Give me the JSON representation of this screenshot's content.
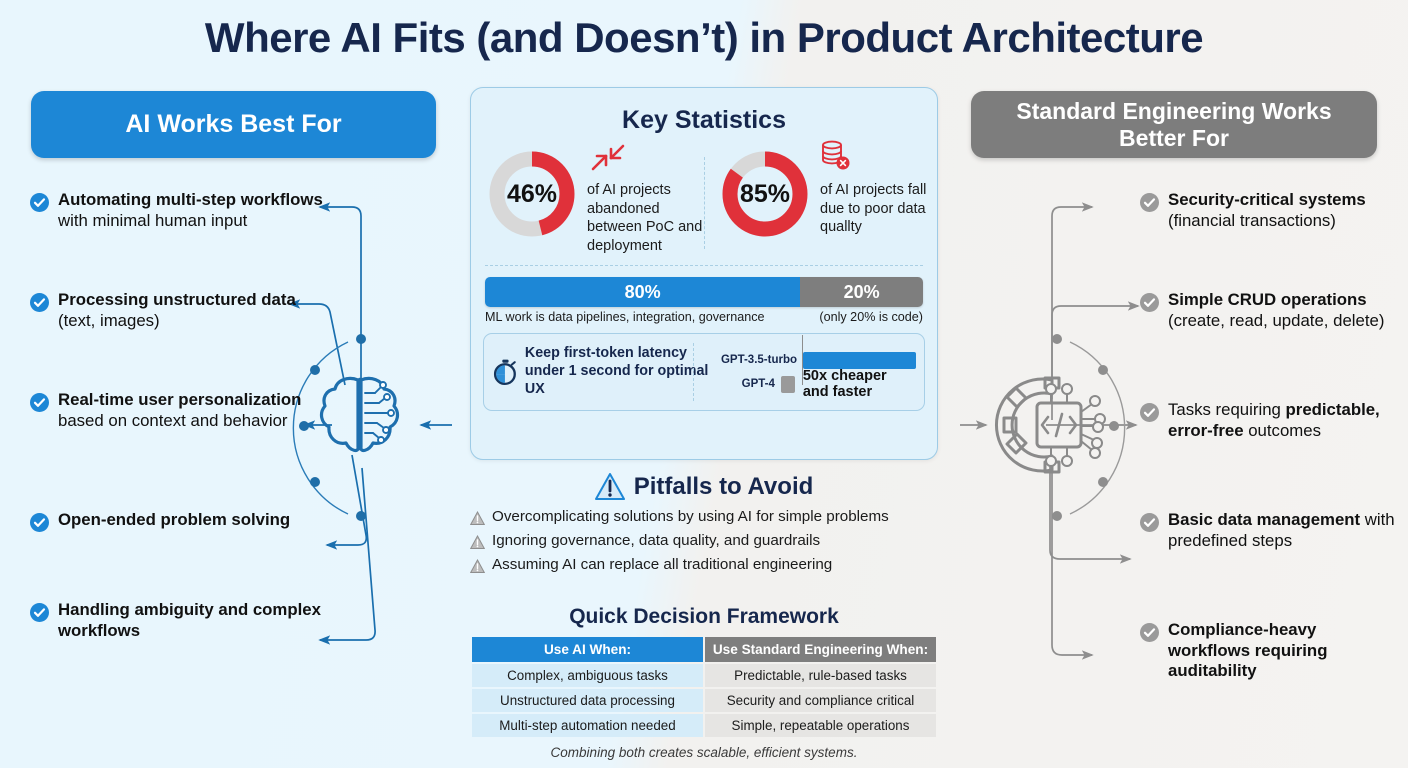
{
  "title": "Where AI Fits (and Doesn’t) in Product Architecture",
  "colors": {
    "blue": "#1d87d6",
    "grey": "#7e7e7e",
    "red": "#e0313a",
    "navy": "#16274d",
    "panel_bg": "#e1f2fb",
    "panel_border": "#9dcbe6"
  },
  "left_column": {
    "header": "AI Works Best For",
    "items": [
      {
        "bold": "Automating multi-step workflows",
        "rest": " with minimal human input"
      },
      {
        "bold": "Processing unstructured data",
        "rest": " (text, images)"
      },
      {
        "bold": "Real-time user personalization",
        "rest": " based on context and behavior"
      },
      {
        "bold": "Open-ended problem solving",
        "rest": ""
      },
      {
        "bold": "Handling ambiguity and complex workflows",
        "rest": ""
      }
    ]
  },
  "right_column": {
    "header": "Standard Engineering Works Better For",
    "items": [
      {
        "bold": "Security-critical systems",
        "rest": " (financial transactions)"
      },
      {
        "bold": "Simple CRUD operations",
        "rest": " (create, read, update, delete)"
      },
      {
        "bold_lead": "Tasks requiring ",
        "bold": "predictable, error-free",
        "rest": " outcomes"
      },
      {
        "bold": "Basic data management",
        "rest": " with predefined steps"
      },
      {
        "bold": "Compliance-heavy workflows requiring auditability",
        "rest": ""
      }
    ]
  },
  "center": {
    "title": "Key Statistics",
    "stats": [
      {
        "value": "46%",
        "percent": 46,
        "text": "of AI projects abandoned between PoC and deployment",
        "icon": "arrows-collapse-icon"
      },
      {
        "value": "85%",
        "percent": 85,
        "text": "of AI projects fall due to poor data quallty",
        "icon": "database-error-icon"
      }
    ],
    "split_bar": {
      "left_label": "80%",
      "right_label": "20%",
      "left_percent": 80,
      "right_percent": 20,
      "left_caption": "ML work is data pipelines, integration, governance",
      "right_caption": "(only 20% is code)"
    },
    "latency": {
      "text": "Keep first-token latency under 1 second for optimal UX",
      "icon": "stopwatch-icon",
      "models": [
        {
          "name": "GPT-3.5-turbo",
          "bar_percent": 100,
          "color": "#1d87d6"
        },
        {
          "name": "GPT-4",
          "bar_percent": 17,
          "color": "#9a9a9a"
        }
      ],
      "note": "50x cheaper and faster"
    }
  },
  "pitfalls": {
    "title": "Pitfalls to Avoid",
    "icon": "warning-triangle-icon",
    "items": [
      "Overcomplicating solutions by using AI for simple problems",
      "Ignoring governance, data quality, and guardrails",
      "Assuming AI can replace all traditional engineering"
    ]
  },
  "framework": {
    "title": "Quick Decision Framework",
    "headers": [
      "Use AI When:",
      "Use Standard Engineering When:"
    ],
    "rows": [
      [
        "Complex, ambiguous tasks",
        "Predictable, rule-based tasks"
      ],
      [
        "Unstructured data processing",
        "Security and compliance critical"
      ],
      [
        "Multi-step automation needed",
        "Simple, repeatable operations"
      ]
    ]
  },
  "footnote": "Combining both creates scalable, efficient systems."
}
